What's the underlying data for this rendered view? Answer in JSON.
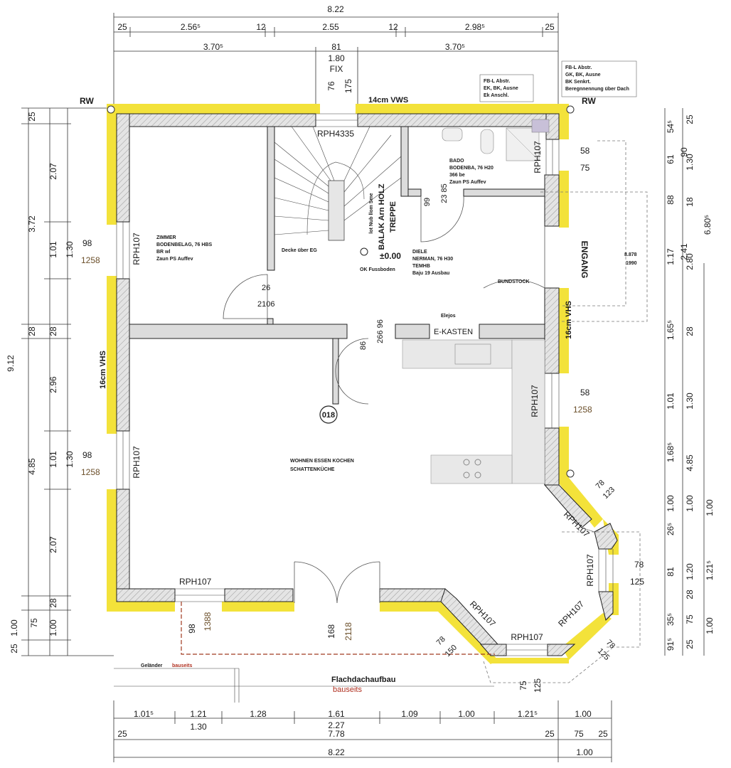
{
  "dimensions": {
    "top_total": "8.22",
    "top_row1": [
      "25",
      "2.56⁵",
      "12",
      "2.55",
      "12",
      "2.98⁵",
      "25"
    ],
    "top_row2": [
      "3.70⁵",
      "81",
      "3.70⁵"
    ],
    "top_row2b": "1.80",
    "fix_label": "FIX",
    "fix_dims": [
      "76",
      "175"
    ],
    "left_outer": [
      "25",
      "3.72",
      "28",
      "4.85",
      "1.00",
      "25"
    ],
    "left_outer_total": "9.12",
    "left_inner": [
      "2.07",
      "1.01",
      "1.30",
      "28",
      "2.96",
      "1.01",
      "1.30",
      "2.07",
      "28",
      "75",
      "1.00"
    ],
    "right_outer": [
      "54⁵",
      "61",
      "88",
      "1.17",
      "1.65⁵",
      "1.01",
      "1.68⁵",
      "1.00",
      "26⁵",
      "81",
      "35⁵",
      "91⁵"
    ],
    "right_mid": [
      "25",
      "90",
      "1.30",
      "18",
      "2.41",
      "2.80",
      "28",
      "1.30",
      "4.85",
      "1.00",
      "1.20",
      "28",
      "75",
      "25"
    ],
    "right_total": "6.80⁵",
    "right_far": [
      "1.00",
      "1.21⁵",
      "1.00"
    ],
    "bottom_row1": [
      "1.01⁵",
      "1.21",
      "1.28",
      "1.61",
      "1.09",
      "1.00",
      "1.21⁵",
      "1.00"
    ],
    "bottom_row2": [
      "1.30",
      "2.27"
    ],
    "bottom_row3": [
      "25",
      "7.78",
      "25",
      "75",
      "25"
    ],
    "bottom_total": "8.22",
    "bottom_right_total": "1.00"
  },
  "labels": {
    "rw_left": "RW",
    "rw_right": "RW",
    "vws_top": "14cm VWS",
    "vhs_left": "16cm VHS",
    "vhs_right": "16cm VHS",
    "stair_window": "RPH4335",
    "stair_label_1": "BALAK Arn HOLZ",
    "stair_label_2": "TREPPE",
    "stair_small": "lot Nub llom Sme",
    "level": "±0.00",
    "level_sub": "OK Fussboden",
    "ceiling_note": "Decke über EG",
    "engang": "ENGANG",
    "bundstock": "BUNDSTOCK",
    "elektro": "Elejos",
    "e_kasten": "E-KASTEN",
    "circle_id": "018",
    "gelaender": "Geländer",
    "gelaender_red": "bauseits",
    "flachdach": "Flachdachaufbau",
    "flachdach_red": "bauseits",
    "note_box1": [
      "FB-L Abstr.",
      "EK, BK, Ausne",
      "Ek Anschl."
    ],
    "note_box2": [
      "FB-L Abstr.",
      "GK, BK, Ausne",
      "BK Senkrt.",
      "Beregnnennung über Dach"
    ]
  },
  "rooms": {
    "zimmer": [
      "ZIMMER",
      "BODENBELAG, 76 HBS",
      "BR wl",
      "Zaun PS Auffev"
    ],
    "bad": [
      "BADO",
      "BODENBA, 76 H20",
      "366 be",
      "Zaun PS Auffev"
    ],
    "diele": [
      "DIELE",
      "NERMAN, 76 H30",
      "TEMHB",
      "Baju 19 Ausbau"
    ],
    "wohnen": [
      "WOHNEN ESSEN KOCHEN",
      "SCHATTENKÜCHE"
    ]
  },
  "windows": {
    "left_upper": {
      "id": "RPH107",
      "w": "98",
      "h": "1258"
    },
    "left_lower": {
      "id": "RPH107",
      "w": "98",
      "h": "1258"
    },
    "right_bath": {
      "id": "RPH107",
      "w": "58",
      "h": "75"
    },
    "right_mid": {
      "id": "RPH107",
      "w": "58",
      "h": "1258"
    },
    "bottom_left": {
      "id": "RPH107",
      "w": "98",
      "h": "1388"
    },
    "door_terrace": {
      "w": "168",
      "h": "2118"
    },
    "bay_1": {
      "id": "RPH107",
      "w": "78",
      "h": "123"
    },
    "bay_2": {
      "id": "RPH107",
      "w": "78",
      "h": "125"
    },
    "bay_3": {
      "id": "RPH107",
      "w": "78",
      "h": "125"
    },
    "bay_4": {
      "id": "RPH107",
      "w": "78",
      "h": "150"
    },
    "bay_5": {
      "id": "RPH107",
      "w": "75",
      "h": "125"
    },
    "entry": {
      "w": "8.878",
      "h": "1990"
    }
  },
  "doors": {
    "zimmer_door": {
      "w": "26",
      "h": "2106"
    },
    "bad_door": {
      "w": "99",
      "h": "23 85"
    },
    "kitchen_door": {
      "w": "86",
      "h": "266 96"
    }
  }
}
